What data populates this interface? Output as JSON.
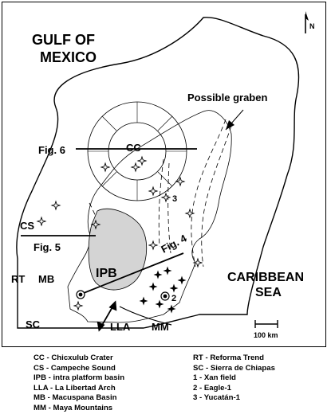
{
  "map": {
    "labels": {
      "gulf_line1": "GULF OF",
      "gulf_line2": "MEXICO",
      "caribbean_line1": "CARIBBEAN",
      "caribbean_line2": "SEA",
      "possible_graben": "Possible graben",
      "fig6": "Fig. 6",
      "fig5": "Fig. 5",
      "fig4": "Fig. 4",
      "cc": "CC",
      "cs": "CS",
      "rt": "RT",
      "mb": "MB",
      "sc": "SC",
      "ipb": "IPB",
      "lla": "LLA",
      "mm": "MM",
      "well2": "2",
      "well3": "3",
      "north": "N",
      "scale": "100 km"
    },
    "colors": {
      "ipb_fill": "#d4d4d4",
      "line": "#000000"
    }
  },
  "legend": {
    "left": [
      "CC - Chicxulub Crater",
      "CS - Campeche Sound",
      "IPB - intra platform basin",
      "LLA - La Libertad Arch",
      "MB - Macuspana Basin",
      "MM - Maya Mountains"
    ],
    "right": [
      "RT - Reforma Trend",
      "SC - Sierra de Chiapas",
      "1   - Xan field",
      "2   - Eagle-1",
      "3   - Yucatán-1"
    ]
  }
}
